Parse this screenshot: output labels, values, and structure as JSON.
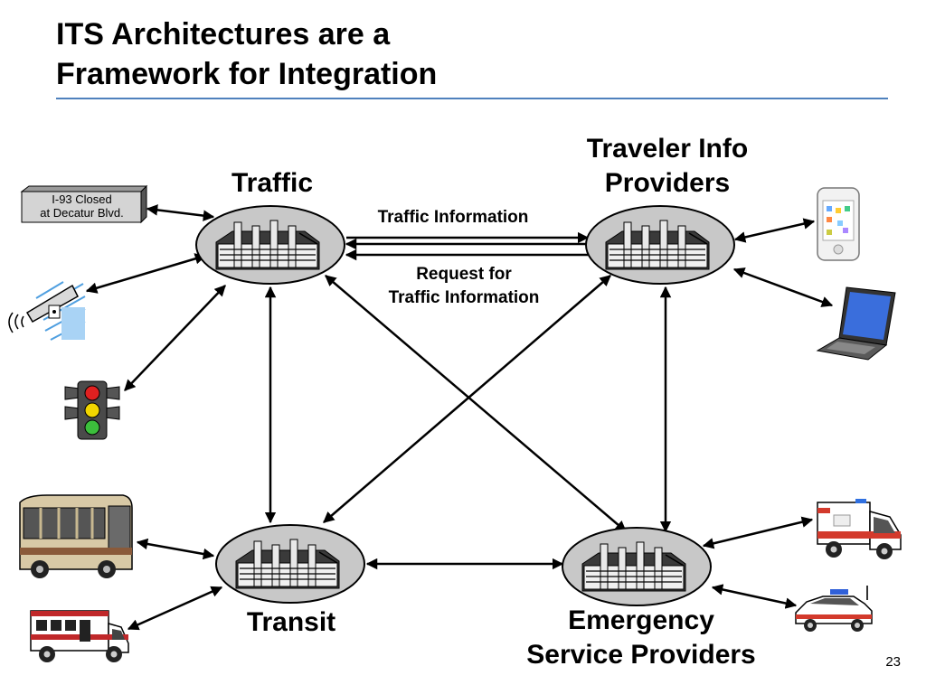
{
  "title": {
    "line1": "ITS Architectures are a",
    "line2": "Framework for Integration"
  },
  "nodes": {
    "traffic": {
      "label": "Traffic"
    },
    "traveler_info": {
      "line1": "Traveler Info",
      "line2": "Providers"
    },
    "transit": {
      "label": "Transit"
    },
    "emergency": {
      "line1": "Emergency",
      "line2": "Service Providers"
    }
  },
  "edge_labels": {
    "traffic_information": "Traffic Information",
    "request_line1": "Request for",
    "request_line2": "Traffic Information"
  },
  "sign": {
    "line1": "I-93 Closed",
    "line2": "at Decatur Blvd."
  },
  "colors": {
    "title_rule": "#4f81bd",
    "node_fill": "#c8c8c8",
    "node_stroke": "#000000",
    "arrow": "#000000"
  },
  "page_number": "23"
}
